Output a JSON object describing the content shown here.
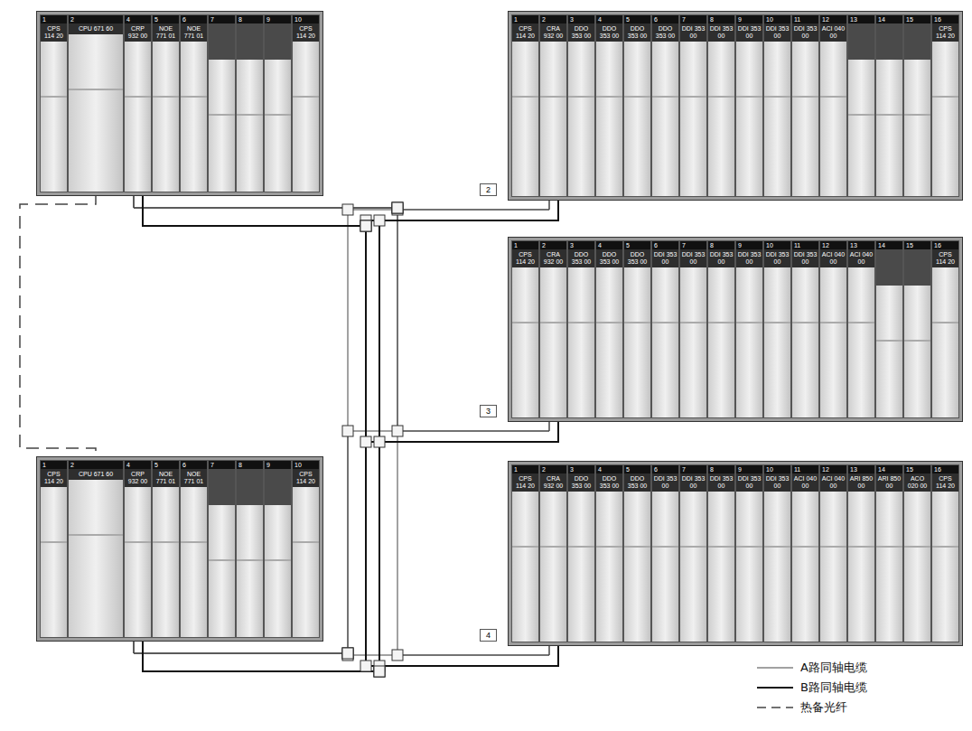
{
  "diagram": {
    "nodes": [
      {
        "text": []
      },
      {
        "text": [
          "1",
          "CPS 114 20"
        ],
        "in": 0
      },
      {
        "text": [
          "2",
          "CPU 671 60"
        ],
        "in": 0
      },
      {
        "text": [
          "4",
          "CRP 932 00"
        ],
        "in": 0
      },
      {
        "text": [
          "5",
          "NOE 771 01"
        ],
        "in": 0
      },
      {
        "text": [
          "6",
          "NOE 771 01"
        ],
        "in": 0
      },
      {
        "text": [
          "7"
        ],
        "in": 0
      },
      {
        "text": [
          "8"
        ],
        "in": 0
      },
      {
        "text": [
          "9"
        ],
        "in": 0
      },
      {
        "text": [
          "10",
          "CPS 114 20"
        ],
        "in": 0
      },
      {
        "text": []
      },
      {
        "text": [
          "1",
          "CPS 114 20"
        ],
        "in": 10
      },
      {
        "text": [
          "2",
          "CPU 671 60"
        ],
        "in": 10
      },
      {
        "text": [
          "4",
          "CRP 932 00"
        ],
        "in": 10
      },
      {
        "text": [
          "5",
          "NOE 771 01"
        ],
        "in": 10
      },
      {
        "text": [
          "6",
          "NOE 771 01"
        ],
        "in": 10
      },
      {
        "text": [
          "7"
        ],
        "in": 10
      },
      {
        "text": [
          "8"
        ],
        "in": 10
      },
      {
        "text": [
          "9"
        ],
        "in": 10
      },
      {
        "text": [
          "10",
          "CPS 114 20"
        ],
        "in": 10
      },
      {
        "text": [
          "2"
        ]
      },
      {
        "text": [
          "1",
          "CPS 114 20"
        ],
        "in": 20
      },
      {
        "text": [
          "2",
          "CRA 932 00"
        ],
        "in": 20
      },
      {
        "text": [
          "3",
          "DDO 353 00"
        ],
        "in": 20
      },
      {
        "text": [
          "4",
          "DDO 353 00"
        ],
        "in": 20
      },
      {
        "text": [
          "5",
          "DDO 353 00"
        ],
        "in": 20
      },
      {
        "text": [
          "6",
          "DDO 353 00"
        ],
        "in": 20
      },
      {
        "text": [
          "7",
          "DDI 353 00"
        ],
        "in": 20
      },
      {
        "text": [
          "8",
          "DDI 353 00"
        ],
        "in": 20
      },
      {
        "text": [
          "9",
          "DDI 353 00"
        ],
        "in": 20
      },
      {
        "text": [
          "10",
          "DDI 353 00"
        ],
        "in": 20
      },
      {
        "text": [
          "11",
          "DDI 353 00"
        ],
        "in": 20
      },
      {
        "text": [
          "12",
          "ACI 040 00"
        ],
        "in": 20
      },
      {
        "text": [
          "13"
        ],
        "in": 20
      },
      {
        "text": [
          "14"
        ],
        "in": 20
      },
      {
        "text": [
          "15"
        ],
        "in": 20
      },
      {
        "text": [
          "16",
          "CPS 114 20"
        ],
        "in": 20
      },
      {
        "text": [
          "3"
        ]
      },
      {
        "text": [
          "1",
          "CPS 114 20"
        ],
        "in": 37
      },
      {
        "text": [
          "2",
          "CRA 932 00"
        ],
        "in": 37
      },
      {
        "text": [
          "3",
          "DDO 353 00"
        ],
        "in": 37
      },
      {
        "text": [
          "4",
          "DDO 353 00"
        ],
        "in": 37
      },
      {
        "text": [
          "5",
          "DDO 353 00"
        ],
        "in": 37
      },
      {
        "text": [
          "6",
          "DDI 353 00"
        ],
        "in": 37
      },
      {
        "text": [
          "7",
          "DDI 353 00"
        ],
        "in": 37
      },
      {
        "text": [
          "8",
          "DDI 353 00"
        ],
        "in": 37
      },
      {
        "text": [
          "9",
          "DDI 353 00"
        ],
        "in": 37
      },
      {
        "text": [
          "10",
          "DDI 353 00"
        ],
        "in": 37
      },
      {
        "text": [
          "11",
          "DDI 353 00"
        ],
        "in": 37
      },
      {
        "text": [
          "12",
          "ACI 040 00"
        ],
        "in": 37
      },
      {
        "text": [
          "13",
          "ACI 040 00"
        ],
        "in": 37
      },
      {
        "text": [
          "14"
        ],
        "in": 37
      },
      {
        "text": [
          "15"
        ],
        "in": 37
      },
      {
        "text": [
          "16",
          "CPS 114 20"
        ],
        "in": 37
      },
      {
        "text": [
          "4"
        ]
      },
      {
        "text": [
          "1",
          "CPS 114 20"
        ],
        "in": 54
      },
      {
        "text": [
          "2",
          "CRA 932 00"
        ],
        "in": 54
      },
      {
        "text": [
          "3",
          "DDO 353 00"
        ],
        "in": 54
      },
      {
        "text": [
          "4",
          "DDO 353 00"
        ],
        "in": 54
      },
      {
        "text": [
          "5",
          "DDO 353 00"
        ],
        "in": 54
      },
      {
        "text": [
          "6",
          "DDI 353 00"
        ],
        "in": 54
      },
      {
        "text": [
          "7",
          "DDI 353 00"
        ],
        "in": 54
      },
      {
        "text": [
          "8",
          "DDI 353 00"
        ],
        "in": 54
      },
      {
        "text": [
          "9",
          "DDI 353 00"
        ],
        "in": 54
      },
      {
        "text": [
          "10",
          "DDI 353 00"
        ],
        "in": 54
      },
      {
        "text": [
          "11",
          "ACI 040 00"
        ],
        "in": 54
      },
      {
        "text": [
          "12",
          "ACI 040 00"
        ],
        "in": 54
      },
      {
        "text": [
          "13",
          "ARI 850 00"
        ],
        "in": 54
      },
      {
        "text": [
          "14",
          "ARI 850 00"
        ],
        "in": 54
      },
      {
        "text": [
          "15",
          "ACO 020 00"
        ],
        "in": 54
      },
      {
        "text": [
          "16",
          "CPS 114 20"
        ],
        "in": 54
      }
    ],
    "edges": [
      {
        "from": 3,
        "to": 22,
        "arrow": "none"
      },
      {
        "from": 3,
        "to": 39,
        "arrow": "none"
      },
      {
        "from": 3,
        "to": 56,
        "arrow": "none"
      },
      {
        "from": 13,
        "to": 22,
        "arrow": "none"
      },
      {
        "from": 13,
        "to": 39,
        "arrow": "none"
      },
      {
        "from": 13,
        "to": 56,
        "arrow": "none"
      },
      {
        "from": 3,
        "to": 22,
        "arrow": "none"
      },
      {
        "from": 3,
        "to": 39,
        "arrow": "none"
      },
      {
        "from": 3,
        "to": 56,
        "arrow": "none"
      },
      {
        "from": 13,
        "to": 22,
        "arrow": "none"
      },
      {
        "from": 13,
        "to": 39,
        "arrow": "none"
      },
      {
        "from": 13,
        "to": 56,
        "arrow": "none"
      },
      {
        "from": 2,
        "to": 12,
        "arrow": "none"
      }
    ],
    "legend": [
      {
        "text": "A路同轴电缆"
      },
      {
        "text": "B路同轴电缆"
      },
      {
        "text": "热备光纤"
      }
    ]
  }
}
